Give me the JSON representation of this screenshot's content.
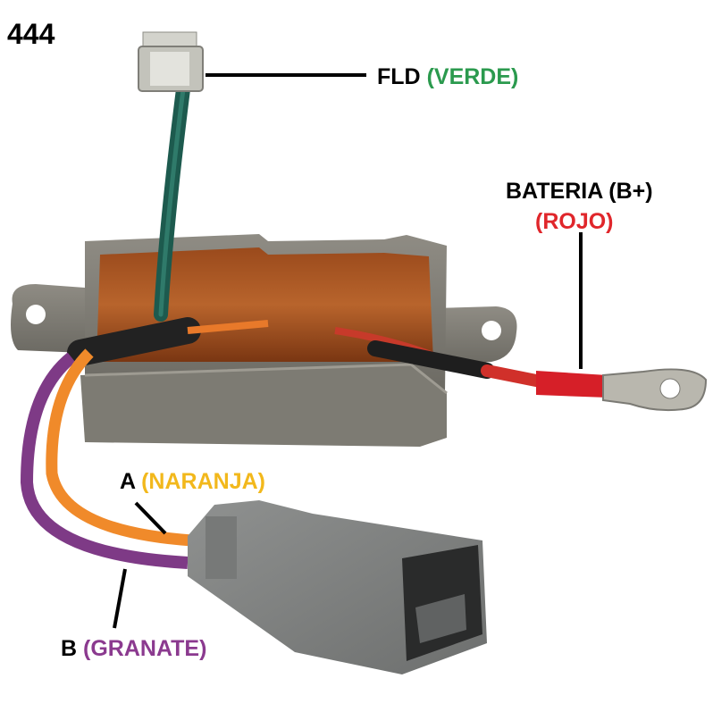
{
  "part_number": "444",
  "labels": {
    "fld": {
      "term": "FLD",
      "color_name": "(VERDE)",
      "color": "#2b9a4e"
    },
    "bateria": {
      "term": "BATERIA (B+)",
      "color_name": "(ROJO)",
      "color": "#e0262b"
    },
    "a": {
      "term": "A",
      "color_name": "(NARANJA)",
      "color": "#f2b81c"
    },
    "b": {
      "term": "B",
      "color_name": "(GRANATE)",
      "color": "#8b3a8f"
    }
  }
}
